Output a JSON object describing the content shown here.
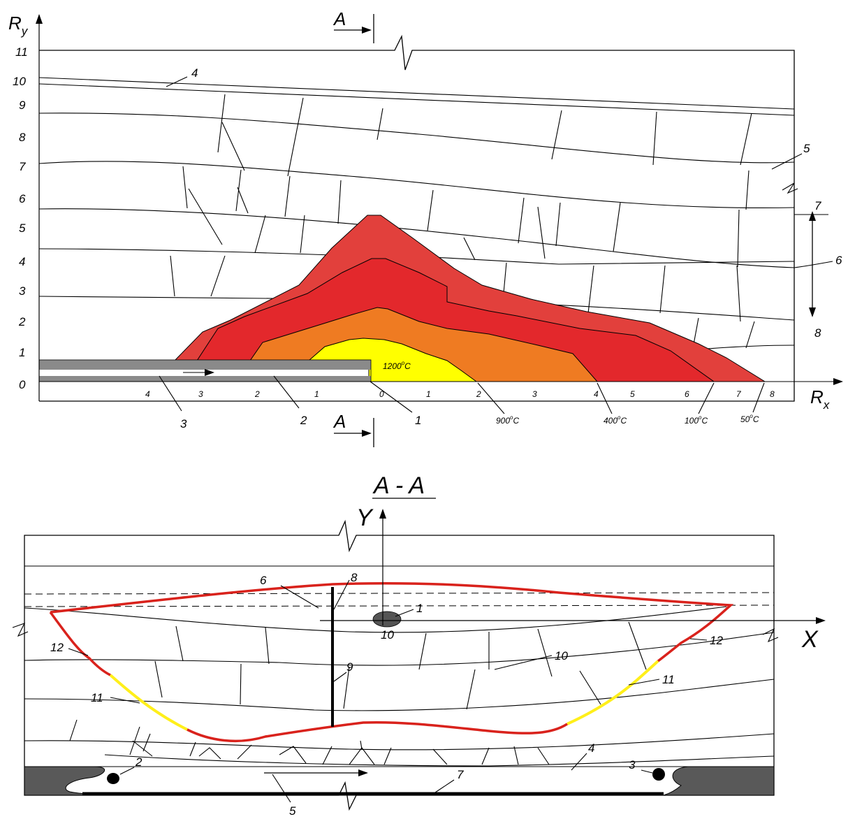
{
  "upper": {
    "axis_y_label": "R",
    "axis_y_sub": "y",
    "axis_x_label": "R",
    "axis_x_sub": "x",
    "y_ticks": [
      "11",
      "10",
      "9",
      "8",
      "7",
      "6",
      "5",
      "4",
      "3",
      "2",
      "1",
      "0"
    ],
    "x_ticks_left": [
      "4",
      "3",
      "2",
      "1"
    ],
    "x_ticks_right": [
      "0",
      "1",
      "2",
      "3",
      "4",
      "5",
      "6",
      "7",
      "8"
    ],
    "section_mark": "A",
    "isotherms": {
      "t1200": "1200",
      "t900": "900",
      "t400": "400",
      "t100": "100",
      "t50": "50",
      "deg_suffix": "C",
      "deg_sup": "o"
    },
    "callouts": {
      "c1": "1",
      "c2": "2",
      "c3": "3",
      "c4": "4",
      "c5": "5",
      "c6": "6",
      "c7": "7",
      "c8": "8"
    }
  },
  "lower": {
    "section_title": "A - A",
    "axis_y_label": "Y",
    "axis_x_label": "X",
    "callouts": {
      "c1": "1",
      "c2": "2",
      "c3": "3",
      "c4": "4",
      "c5": "5",
      "c6": "6",
      "c7": "7",
      "c8": "8",
      "c9": "9",
      "c10a": "10",
      "c10b": "10",
      "c11a": "11",
      "c11b": "11",
      "c12a": "12",
      "c12b": "12"
    }
  },
  "colors": {
    "zone_50": "#e2403c",
    "zone_100": "#e3282c",
    "zone_400": "#ef7b22",
    "zone_1200": "#ffff00",
    "pipe_gray": "#8a8a8a",
    "rock_dark": "#595959",
    "boundary_red": "#d9221c",
    "boundary_yellow": "#ffef1a"
  }
}
